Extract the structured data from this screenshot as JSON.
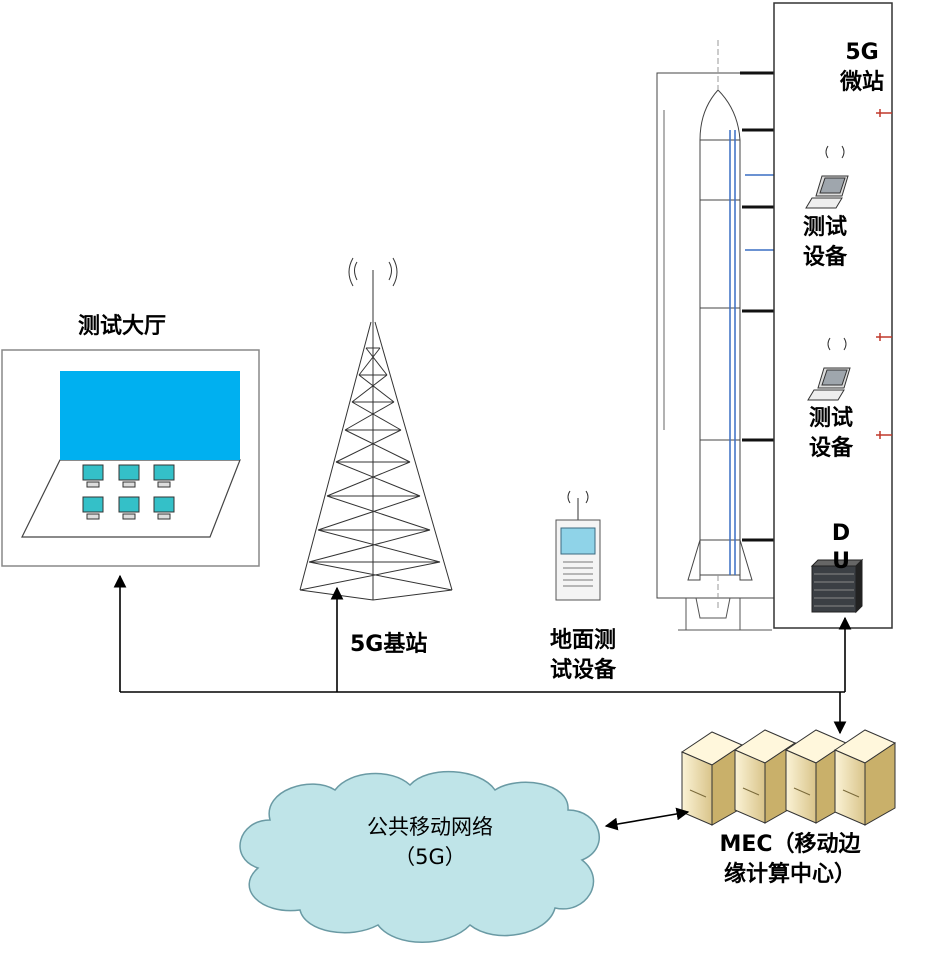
{
  "hall": {
    "label": "测试大厅"
  },
  "base_station": {
    "label": "5G基站"
  },
  "ground_equipment": {
    "line1": "地面测",
    "line2": "试设备"
  },
  "micro_station": {
    "line1": "5G",
    "line2": "微站"
  },
  "test_device_1": {
    "line1": "测试",
    "line2": "设备"
  },
  "test_device_2": {
    "line1": "测试",
    "line2": "设备"
  },
  "du": {
    "line1": "D",
    "line2": "U"
  },
  "mec": {
    "line1": "MEC（移动边",
    "line2": "缘计算中心）"
  },
  "cloud": {
    "line1": "公共移动网络",
    "line2": "（5G）"
  },
  "colors": {
    "screen": "#00b0f0",
    "monitor": "#34c0c8",
    "cloud_fill": "#bfe4e8",
    "cloud_stroke": "#6a9aa4",
    "pipe_blue": "#3a6fc4",
    "server_fill": "#f3e6bd"
  }
}
